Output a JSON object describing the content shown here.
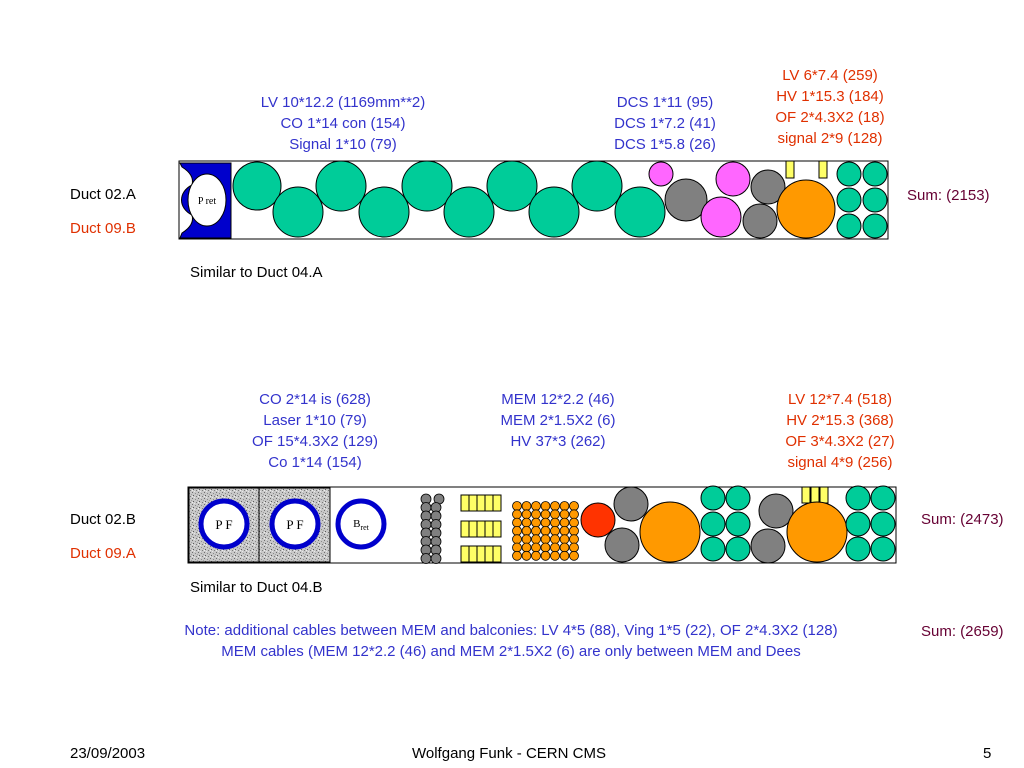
{
  "duct_a": {
    "label_left_1": "Duct 02.A",
    "label_left_2": "Duct 09.B",
    "similar": "Similar to Duct 04.A",
    "sum": "Sum: (2153)",
    "pret_label": "P ret",
    "notes_left": [
      "LV  10*12.2 (1169mm**2)",
      "CO 1*14 con (154)",
      "Signal 1*10 (79)"
    ],
    "notes_mid": [
      "DCS 1*11 (95)",
      "DCS 1*7.2 (41)",
      "DCS 1*5.8 (26)"
    ],
    "notes_right": [
      "LV  6*7.4 (259)",
      "HV 1*15.3 (184)",
      "OF 2*4.3X2 (18)",
      "signal 2*9 (128)"
    ]
  },
  "duct_b": {
    "label_left_1": "Duct 02.B",
    "label_left_2": "Duct 09.A",
    "similar": "Similar to Duct 04.B",
    "sum": "Sum: (2473)",
    "pf_label_1": "P F",
    "pf_label_2": "P F",
    "bret_label": "B",
    "bret_sub": "ret",
    "notes_left": [
      "CO 2*14 is (628)",
      "Laser 1*10 (79)",
      "OF 15*4.3X2 (129)",
      "Co 1*14 (154)"
    ],
    "notes_mid": [
      "MEM 12*2.2 (46)",
      "MEM 2*1.5X2 (6)",
      "HV 37*3 (262)"
    ],
    "notes_right": [
      "LV 12*7.4 (518)",
      "HV 2*15.3 (368)",
      "OF 3*4.3X2 (27)",
      "signal 4*9 (256)"
    ]
  },
  "note": {
    "line1": "Note: additional cables between MEM and balconies: LV  4*5 (88), Ving 1*5 (22), OF 2*4.3X2 (128)",
    "line2": "MEM cables (MEM 12*2.2 (46) and MEM 2*1.5X2 (6) are only between MEM and Dees",
    "sum": "Sum: (2659)"
  },
  "footer": {
    "date": "23/09/2003",
    "author": "Wolfgang Funk - CERN  CMS",
    "page": "5"
  },
  "colors": {
    "teal": "#00cc99",
    "gray": "#808080",
    "magenta": "#ff66ff",
    "orange": "#ff9900",
    "red": "#ff3300",
    "yellow": "#ffff66",
    "blue": "#0000cc",
    "text_blue": "#3333cc",
    "text_red": "#e03000",
    "text_maroon": "#660033"
  }
}
